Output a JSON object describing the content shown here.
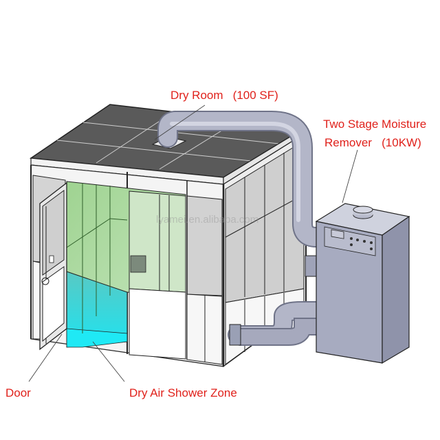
{
  "labels": {
    "dry_room": "Dry Room   (100 SF)",
    "remover_line1": "Two Stage Moisture",
    "remover_line2": "Remover   (10KW)",
    "door": "Door",
    "shower": "Dry Air Shower Zone"
  },
  "watermark": "lyamei.en.alibaba.com",
  "colors": {
    "label": "#e0211b",
    "roof_panel": "#4a4a4a",
    "glass": "#d9d9d9",
    "shower_glass": "#a9d99b",
    "shower_floor": "#22e6ef",
    "equipment": "#a9adc2",
    "duct": "#a9adc2",
    "frame": "#222222"
  }
}
